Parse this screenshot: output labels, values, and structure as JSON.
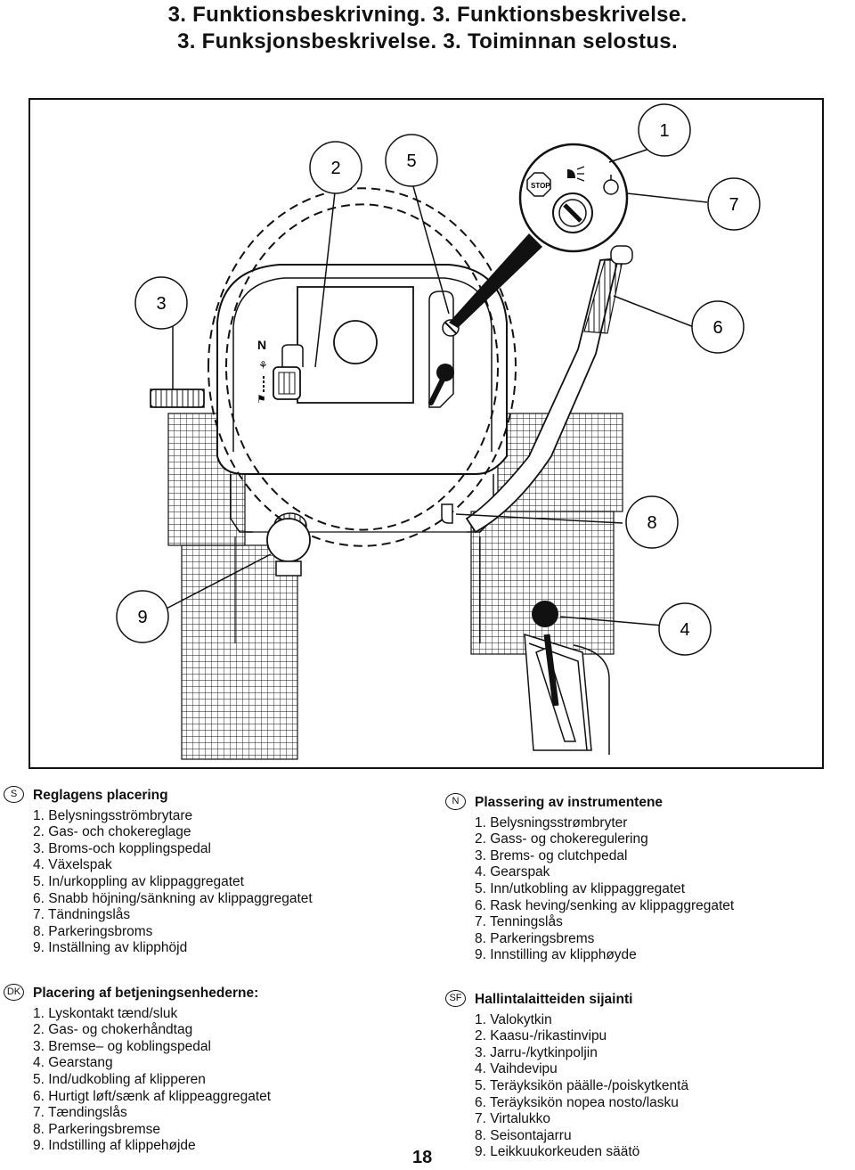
{
  "header": {
    "line1": "3. Funktionsbeskrivning.    3. Funktionsbeskrivelse.",
    "line2": "3. Funksjonsbeskrivelse.   3. Toiminnan selostus."
  },
  "figure": {
    "callouts": [
      "1",
      "2",
      "3",
      "4",
      "5",
      "6",
      "7",
      "8",
      "9"
    ],
    "stop_label": "STOP"
  },
  "sections": {
    "sv": {
      "badge": "S",
      "heading": "Reglagens placering",
      "items": [
        "1.  Belysningsströmbrytare",
        "2.  Gas- och chokereglage",
        "3.  Broms-och kopplingspedal",
        "4.  Växelspak",
        "5.  In/urkoppling av klippaggregatet",
        "6.  Snabb höjning/sänkning av klippaggregatet",
        "7.  Tändningslås",
        "8.  Parkeringsbroms",
        "9.  Inställning av klipphöjd"
      ]
    },
    "dk": {
      "badge": "DK",
      "heading": "Placering af betjeningsenhederne:",
      "items": [
        "1.  Lyskontakt tænd/sluk",
        "2.  Gas- og chokerhåndtag",
        "3.  Bremse– og koblingspedal",
        "4.  Gearstang",
        "5.  Ind/udkobling af klipperen",
        "6.  Hurtigt løft/sænk af klippeaggregatet",
        "7.  Tændingslås",
        "8.  Parkeringsbremse",
        "9.  Indstilling af klippehøjde"
      ]
    },
    "no": {
      "badge": "N",
      "heading": "Plassering av instrumentene",
      "items": [
        "1.  Belysningsstrømbryter",
        "2.  Gass- og chokeregulering",
        "3.  Brems- og clutchpedal",
        "4.  Gearspak",
        "5.  Inn/utkobling av klippaggregatet",
        "6.  Rask heving/senking av klippaggregatet",
        "7.  Tenningslås",
        "8.  Parkeringsbrems",
        "9.  Innstilling av klipphøyde"
      ]
    },
    "fi": {
      "badge": "SF",
      "heading": "Hallintalaitteiden sijainti",
      "items": [
        "1.  Valokytkin",
        "2.  Kaasu-/rikastinvipu",
        "3.  Jarru-/kytkinpoljin",
        "4.  Vaihdevipu",
        "5.  Teräyksikön päälle-/poiskytkentä",
        "6.  Teräyksikön nopea nosto/lasku",
        "7.  Virtalukko",
        "8.  Seisontajarru",
        "9.  Leikkuukorkeuden säätö"
      ]
    }
  },
  "page_number": "18"
}
